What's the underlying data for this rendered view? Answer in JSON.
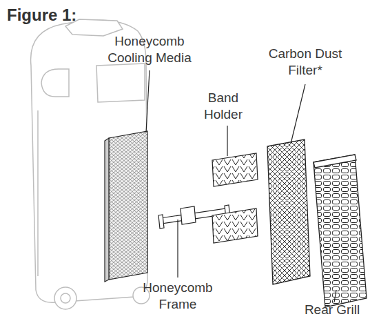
{
  "diagram": {
    "title": "Figure 1:",
    "labels": [
      "Honeycomb Cooling Media",
      "Band Holder",
      "Carbon Dust Filter*",
      "Honeycomb Frame",
      "Rear Grill"
    ]
  }
}
